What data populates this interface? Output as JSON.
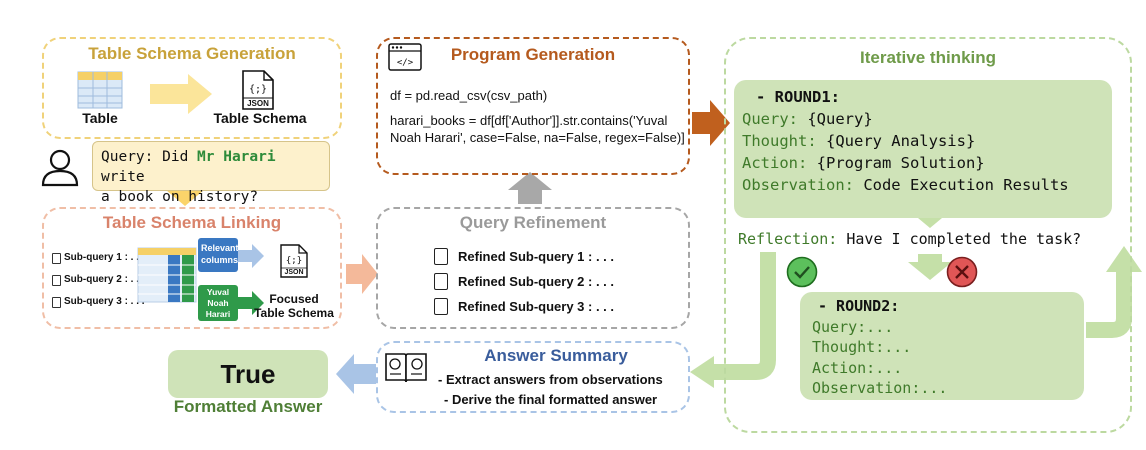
{
  "colors": {
    "schema_gen": "#c8a23a",
    "schema_link": "#d9836b",
    "program": "#b55a1e",
    "refine": "#8a8a8a",
    "summary": "#3a5d9c",
    "iterative": "#6f9b4a",
    "green_fill": "#cfe3b8",
    "highlight": "#2e8b3a",
    "query_fill": "#fdf1cc"
  },
  "schema_gen": {
    "title": "Table Schema Generation",
    "table_label": "Table",
    "schema_label": "Table Schema",
    "json_label": "JSON",
    "query_prefix": "Query: Did ",
    "query_entity": "Mr Harari",
    "query_line1_end": " write",
    "query_line2": "a book on history?"
  },
  "schema_link": {
    "title": "Table Schema Linking",
    "sub1": "Sub-query 1 : . . .",
    "sub2": "Sub-query 2 : . . .",
    "sub3": "Sub-query 3 : . . .",
    "relevant_line1": "Relevant",
    "relevant_line2": "columns",
    "entity_line1": "Yuval",
    "entity_line2": "Noah",
    "entity_line3": "Harari",
    "json_label": "JSON",
    "focused_line1": "Focused",
    "focused_line2": "Table Schema"
  },
  "program": {
    "title": "Program Generation",
    "code_line1": "df = pd.read_csv(csv_path)",
    "code_line2": "harari_books = df[df['Author']].str.contains('Yuval",
    "code_line3": "Noah Harari', case=False, na=False, regex=False)]"
  },
  "refine": {
    "title": "Query Refinement",
    "items": [
      "Refined Sub-query 1 : . . .",
      "Refined Sub-query 2 : . . .",
      "Refined Sub-query 3 : . . ."
    ]
  },
  "summary": {
    "title": "Answer Summary",
    "line1": "- Extract answers from observations",
    "line2": "- Derive the final formatted answer"
  },
  "answer": {
    "value": "True",
    "label": "Formatted Answer"
  },
  "iterative": {
    "title": "Iterative thinking",
    "round1": {
      "title": "- ROUND1:",
      "rows": [
        {
          "key": "Query:",
          "val": " {Query}"
        },
        {
          "key": "Thought:",
          "val": " {Query Analysis}"
        },
        {
          "key": "Action:",
          "val": " {Program Solution}"
        },
        {
          "key": "Observation:",
          "val": " Code Execution Results"
        }
      ]
    },
    "reflection_key": "Reflection:",
    "reflection_val": " Have I completed the task?",
    "round2": {
      "title": "- ROUND2:",
      "rows": [
        "Query:...",
        "Thought:...",
        "Action:...",
        "Observation:..."
      ]
    }
  }
}
